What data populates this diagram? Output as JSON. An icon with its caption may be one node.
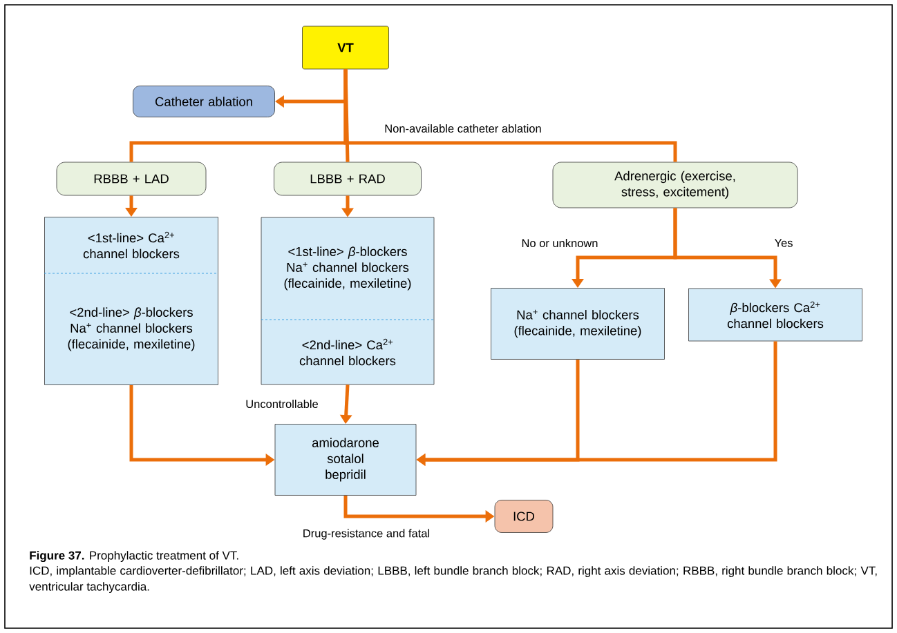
{
  "diagram": {
    "caption": "**Figure 37.** Prophylactic treatment of VT.",
    "nodes": [
      {
        "text": [
          "VT"
        ]
      },
      {
        "text": [
          "Catheter ablation"
        ]
      },
      {
        "text": [
          "RBBB + LAD"
        ]
      },
      {
        "text": [
          "LBBB + RAD"
        ]
      },
      {
        "text": [
          "Adrenergic (exercise, stress, excitement)"
        ]
      },
      {
        "text": [
          "<1st-line> Ca$^{2+}$ channel blockers",
          "<2nd-line> *β*-blockers Na$^{+}$ channel blockers (flecainide, mexiletine)"
        ]
      },
      {
        "text": [
          "<1st-line> *β*-blockers Na$^{+}$ channel blockers (flecainide, mexiletine)",
          "<2nd-line> Ca$^{2+}$ channel blockers"
        ]
      },
      {
        "text": [
          "Na$^{+}$ channel blockers (flecainide, mexiletine)"
        ]
      },
      {
        "text": [
          "*β*-blockers Ca$^{2+}$ channel blockers"
        ]
      },
      {
        "text": [
          "amiodarone sotalol bepridil"
        ]
      },
      {
        "text": [
          "ICD"
        ]
      }
    ],
    "edges": [
      {
        "from": 0,
        "to": 1,
        "arrow": "to"
      },
      {
        "from": 0,
        "to": 2,
        "arrow": "none"
      },
      {
        "from": 0,
        "to": 3,
        "arrow": "none"
      },
      {
        "from": 0,
        "to": 4,
        "arrow": "none",
        "label": "Non-available catheter ablation"
      },
      {
        "from": 2,
        "to": 5,
        "arrow": "to"
      },
      {
        "from": 3,
        "to": 6,
        "arrow": "to"
      },
      {
        "from": 4,
        "to": 7,
        "arrow": "to",
        "label": "No or unknown"
      },
      {
        "from": 4,
        "to": 8,
        "arrow": "to",
        "label": "Yes"
      },
      {
        "from": 5,
        "to": 9,
        "arrow": "to"
      },
      {
        "from": 6,
        "to": 9,
        "arrow": "to",
        "label": "Uncontrollable"
      },
      {
        "from": 7,
        "to": 9,
        "arrow": "to"
      },
      {
        "from": 8,
        "to": 9,
        "arrow": "to"
      },
      {
        "from": 9,
        "to": 10,
        "arrow": "to",
        "label": "Drug-resistance and fatal"
      }
    ],
    "labels": [
      "ICD, implantable cardioverter-defibrillator; LAD, left axis deviation; LBBB, left bundle branch block; RAD, right axis deviation; RBBB, right bundle branch block; VT, ventricular tachycardia."
    ]
  }
}
